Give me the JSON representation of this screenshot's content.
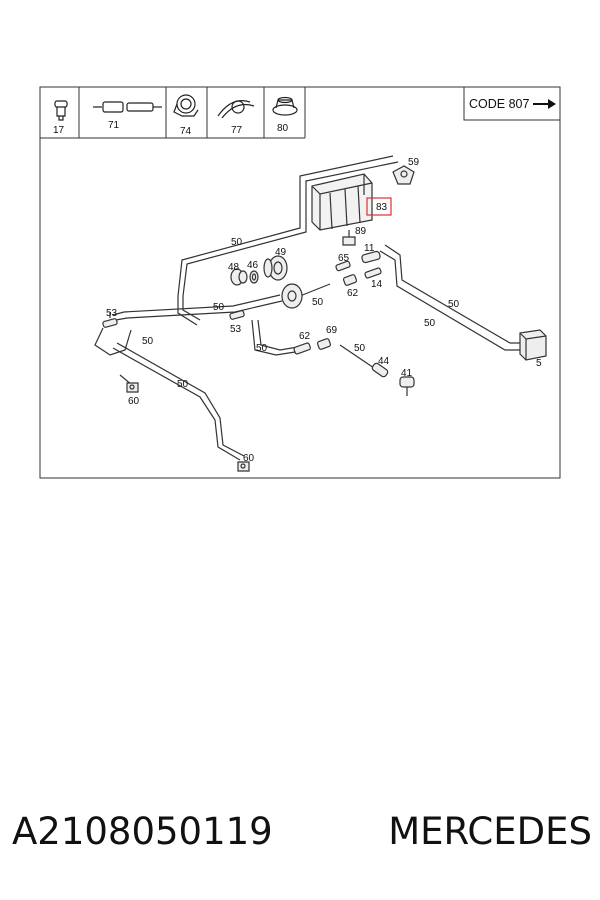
{
  "header": {
    "code_label": "CODE 807",
    "arrow_icon": "right-arrow-icon",
    "thumbnails": [
      {
        "label": "17",
        "icon": "plug-icon"
      },
      {
        "label": "71",
        "icon": "connector-icon"
      },
      {
        "label": "74",
        "icon": "clip-icon"
      },
      {
        "label": "77",
        "icon": "strap-clamp-icon"
      },
      {
        "label": "80",
        "icon": "grommet-icon"
      }
    ]
  },
  "callouts": {
    "c59": "59",
    "c83": "83",
    "c89": "89",
    "c11": "11",
    "c50a": "50",
    "c49": "49",
    "c48": "48",
    "c46": "46",
    "c65": "65",
    "c14": "14",
    "c62a": "62",
    "c50b": "50",
    "c50c": "50",
    "c53a": "53",
    "c53b": "53",
    "c50d": "50",
    "c50e": "50",
    "c50f": "50",
    "c62b": "62",
    "c69": "69",
    "c50g": "50",
    "c44": "44",
    "c41": "41",
    "c50h": "50",
    "c60a": "60",
    "c60b": "60",
    "c50i": "50",
    "c5": "5"
  },
  "highlight_color": "#e0303a",
  "footer": {
    "part_number": "A2108050119",
    "brand": "MERCEDES"
  }
}
